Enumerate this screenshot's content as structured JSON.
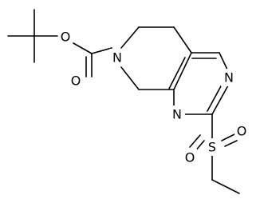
{
  "structure": {
    "atoms": {
      "o_ester": "O",
      "o_carbonyl": "O",
      "n_ring": "N",
      "n_upper": "N",
      "n_lower": "N",
      "sulfur": "S",
      "o_sulfonyl_left": "O",
      "o_sulfonyl_right": "O"
    }
  }
}
